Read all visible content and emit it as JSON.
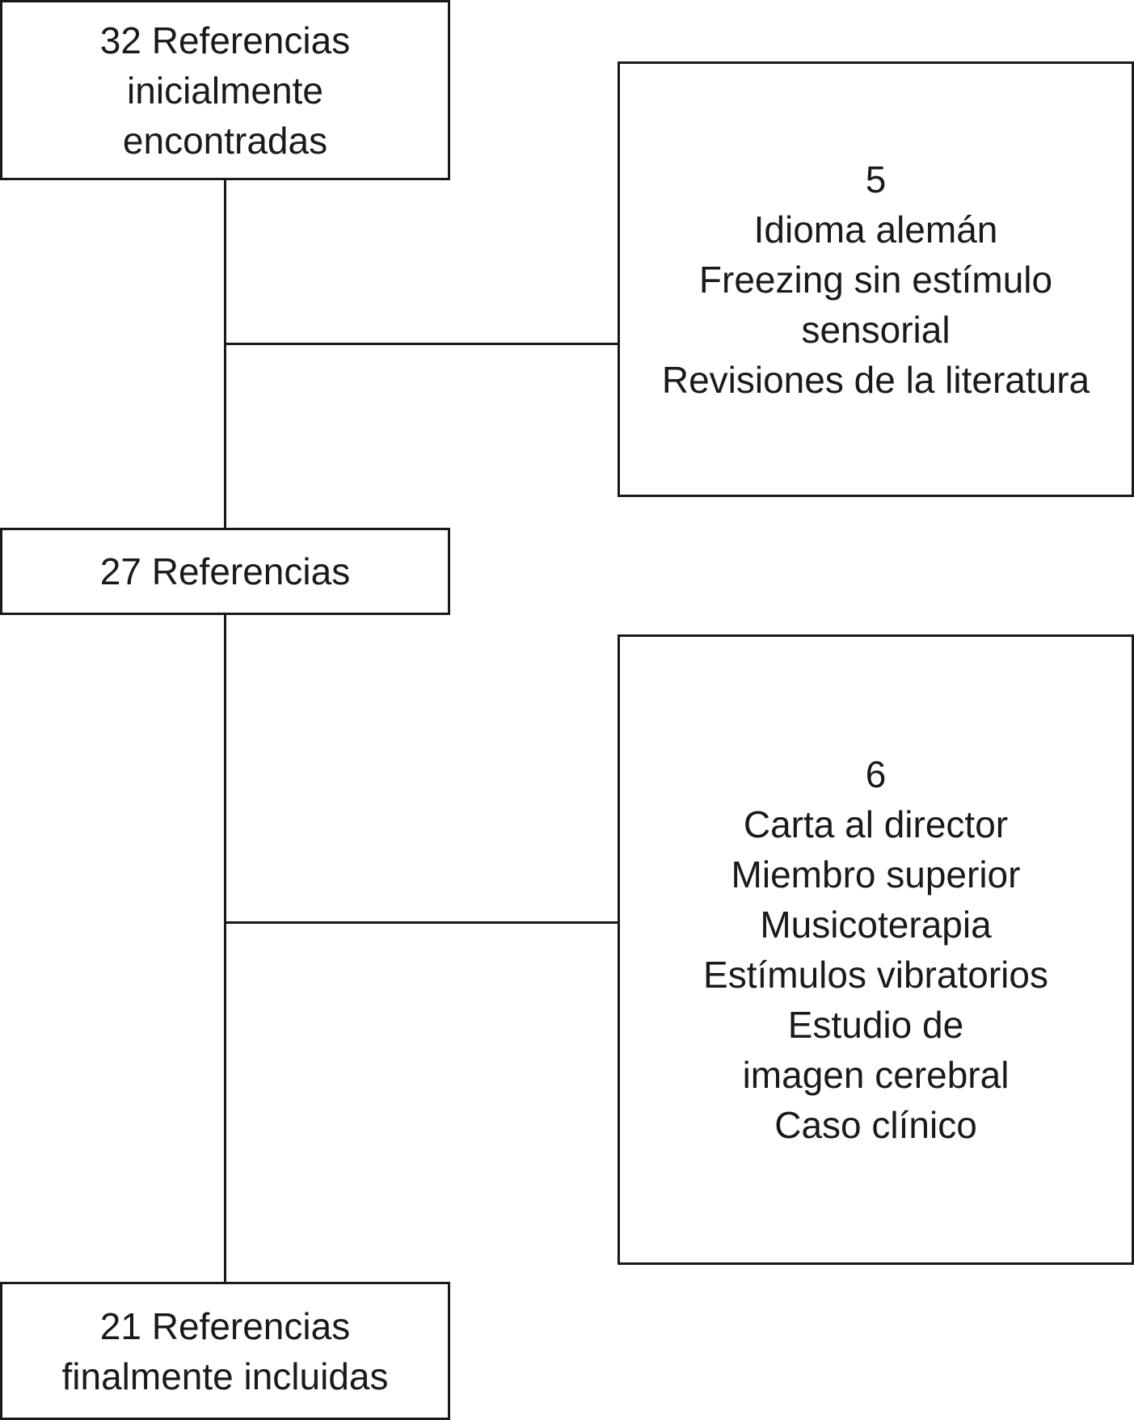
{
  "flowchart": {
    "start": {
      "lines": [
        "32 Referencias",
        "inicialmente",
        "encontradas"
      ]
    },
    "exclusion_1": {
      "lines": [
        "5",
        "Idioma alemán",
        "Freezing sin estímulo",
        "sensorial",
        "Revisiones de la literatura"
      ]
    },
    "middle": {
      "lines": [
        "27 Referencias"
      ]
    },
    "exclusion_2": {
      "lines": [
        "6",
        "Carta al director",
        "Miembro superior",
        "Musicoterapia",
        "Estímulos vibratorios",
        "Estudio de",
        "imagen cerebral",
        "Caso clínico"
      ]
    },
    "final": {
      "lines": [
        "21 Referencias",
        "finalmente incluidas"
      ]
    }
  },
  "colors": {
    "stroke": "#1a1a1a",
    "background": "#ffffff"
  }
}
